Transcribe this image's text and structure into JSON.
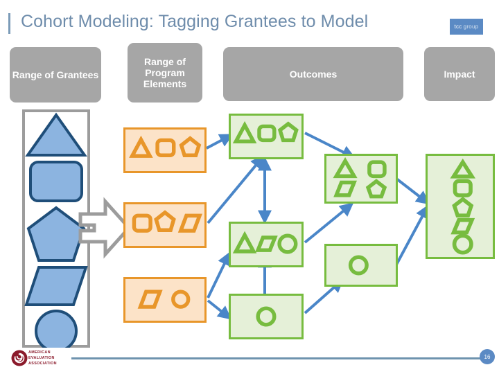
{
  "slide": {
    "title": "Cohort Modeling: Tagging Grantees to Model",
    "page_number": "16",
    "accent_color": "#7B9BB8",
    "title_color": "#6E8CAB"
  },
  "brand": {
    "name": "tcc",
    "suffix": "group",
    "color": "#5B8AC4"
  },
  "footer": {
    "org_line1": "AMERICAN",
    "org_line2": "EVALUATION",
    "org_line3": "ASSOCIATION",
    "org_color": "#8B1A2B",
    "rule_color": "#6E93AE"
  },
  "phases": [
    {
      "id": "range-of-grantees",
      "label": "Range of Grantees"
    },
    {
      "id": "range-of-program-elements",
      "label": "Range of Program Elements"
    },
    {
      "id": "outcomes",
      "label": "Outcomes"
    },
    {
      "id": "impact",
      "label": "Impact"
    }
  ],
  "colors": {
    "phase_bar": "#A6A6A6",
    "grantee_border": "#9C9C9C",
    "grantee_fill": "#8CB4E0",
    "grantee_stroke": "#1F4E79",
    "program_fill": "#FCE3C8",
    "program_stroke": "#E8962A",
    "outcome_fill": "#E5F0D8",
    "outcome_stroke": "#77BC3F",
    "connector": "#4A86C8"
  },
  "grantees": {
    "box_name": "range-of-grantees-container",
    "shapes": [
      "triangle",
      "rounded-square",
      "pentagon",
      "parallelogram",
      "circle"
    ]
  },
  "program_elements": {
    "boxes": [
      {
        "id": "program-element-group-1",
        "shapes": [
          "triangle",
          "rounded-square",
          "pentagon"
        ]
      },
      {
        "id": "program-element-group-2",
        "shapes": [
          "rounded-square",
          "pentagon",
          "parallelogram"
        ]
      },
      {
        "id": "program-element-group-3",
        "shapes": [
          "parallelogram",
          "circle"
        ]
      }
    ]
  },
  "outcomes_near": {
    "boxes": [
      {
        "id": "outcome-group-1",
        "shapes": [
          "triangle",
          "rounded-square",
          "pentagon"
        ]
      },
      {
        "id": "outcome-group-2",
        "shapes": [
          "triangle",
          "parallelogram",
          "circle"
        ]
      },
      {
        "id": "outcome-group-3",
        "shapes": [
          "circle"
        ]
      }
    ]
  },
  "outcomes_far": {
    "boxes": [
      {
        "id": "outcome-group-4",
        "shapes": [
          "triangle",
          "rounded-square",
          "parallelogram",
          "pentagon"
        ]
      },
      {
        "id": "outcome-group-5",
        "shapes": [
          "circle"
        ]
      }
    ]
  },
  "impact": {
    "boxes": [
      {
        "id": "impact-group-1",
        "shapes": [
          "triangle",
          "rounded-square",
          "pentagon",
          "parallelogram",
          "circle"
        ]
      }
    ]
  },
  "flow_arrow": {
    "name": "grantees-to-program-arrow",
    "color": "#9C9C9C"
  }
}
